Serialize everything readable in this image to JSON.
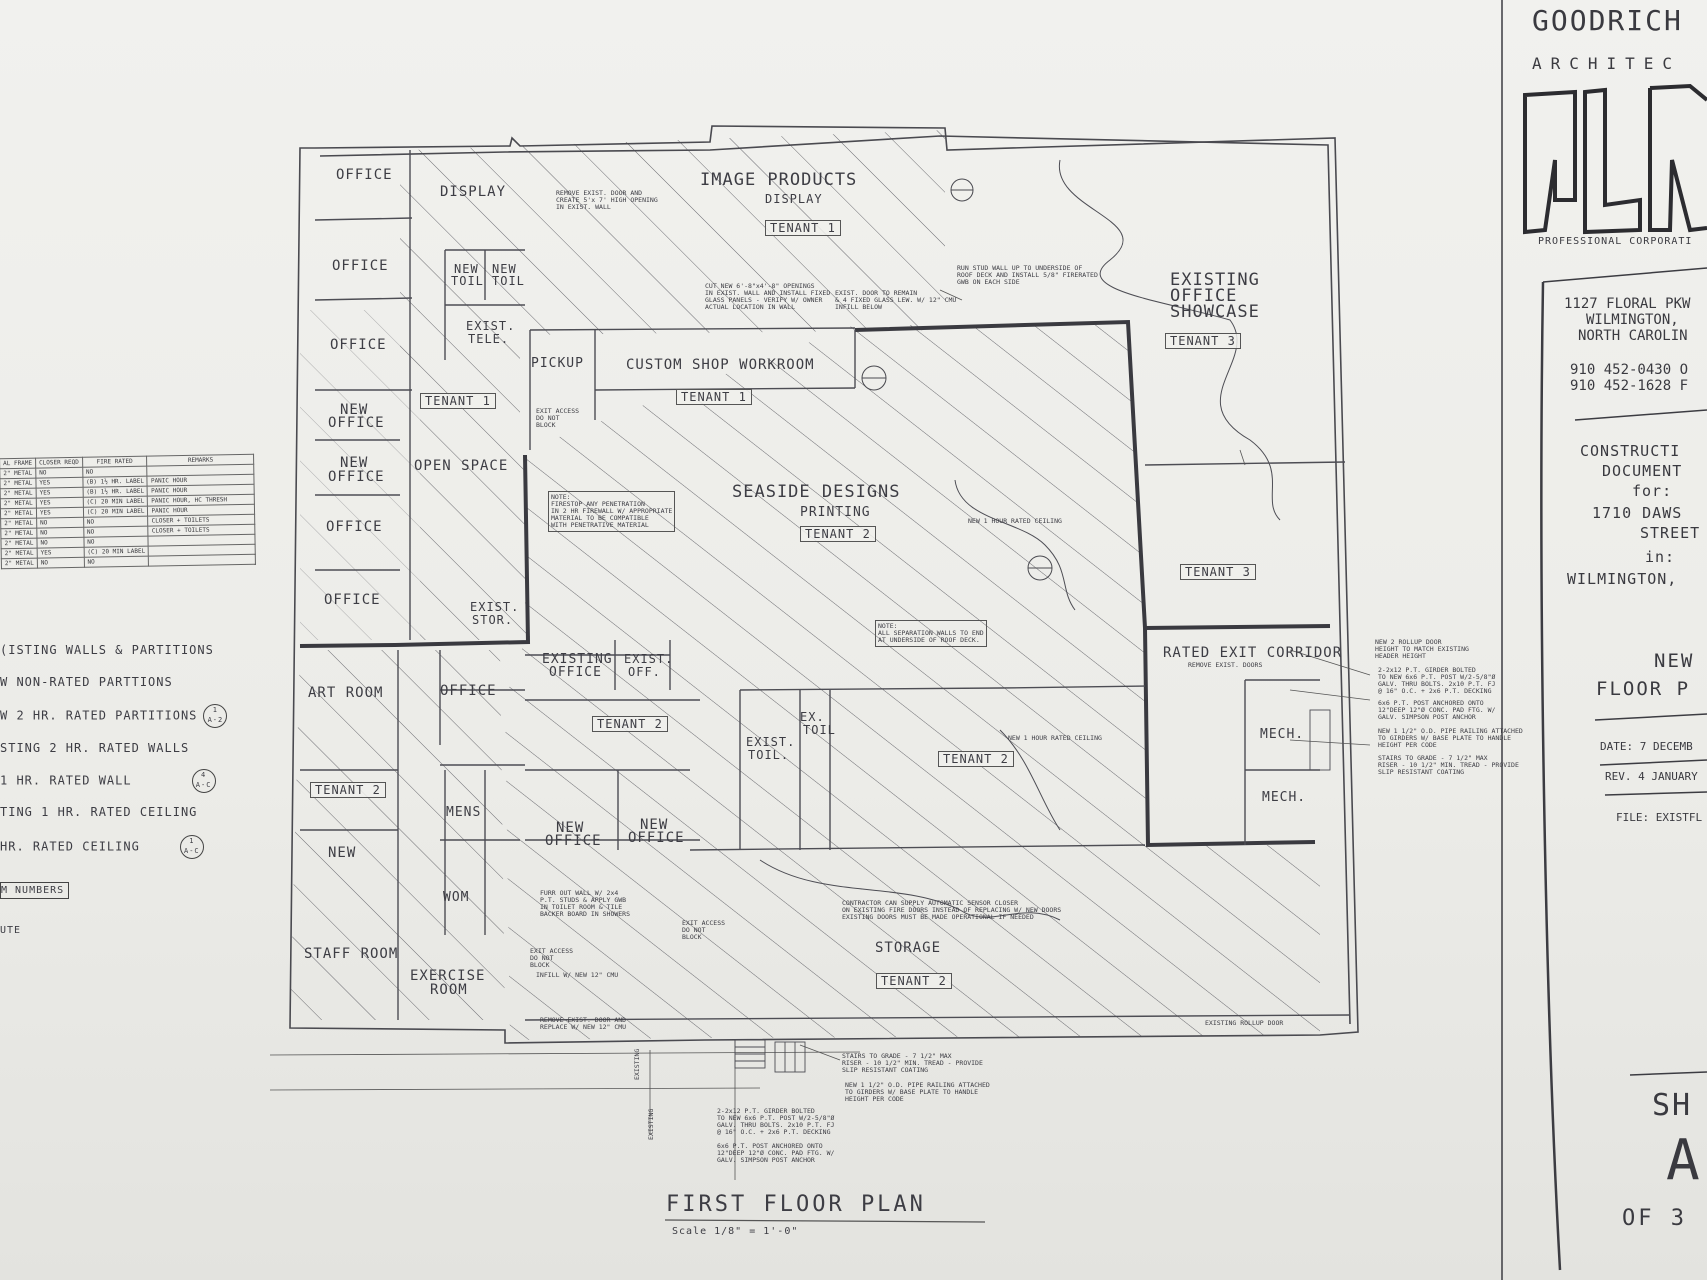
{
  "plan": {
    "title": "FIRST FLOOR PLAN",
    "scale": "Scale 1/8\" = 1'-0\"",
    "rooms": [
      {
        "text": "OFFICE"
      },
      {
        "text": "DISPLAY"
      },
      {
        "text": "IMAGE PRODUCTS"
      },
      {
        "text": "DISPLAY"
      },
      {
        "text": "OFFICE"
      },
      {
        "text": "NEW"
      },
      {
        "text": "TOIL"
      },
      {
        "text": "NEW"
      },
      {
        "text": "TOIL"
      },
      {
        "text": "OFFICE"
      },
      {
        "text": "EXIST."
      },
      {
        "text": "TELE."
      },
      {
        "text": "PICKUP"
      },
      {
        "text": "CUSTOM SHOP WORKROOM"
      },
      {
        "text": "NEW"
      },
      {
        "text": "OFFICE"
      },
      {
        "text": "OPEN SPACE"
      },
      {
        "text": "NEW"
      },
      {
        "text": "OFFICE"
      },
      {
        "text": "OFFICE"
      },
      {
        "text": "SEASIDE DESIGNS"
      },
      {
        "text": "PRINTING"
      },
      {
        "text": "OFFICE"
      },
      {
        "text": "EXIST."
      },
      {
        "text": "STOR."
      },
      {
        "text": "EXISTING"
      },
      {
        "text": "OFFICE"
      },
      {
        "text": "EXIST."
      },
      {
        "text": "OFF."
      },
      {
        "text": "ART ROOM"
      },
      {
        "text": "OFFICE"
      },
      {
        "text": "EXISTING"
      },
      {
        "text": "OFFICE"
      },
      {
        "text": "SHOWCASE"
      },
      {
        "text": "RATED EXIT CORRIDOR"
      },
      {
        "text": "EXIST."
      },
      {
        "text": "TOIL."
      },
      {
        "text": "EX."
      },
      {
        "text": "TOIL"
      },
      {
        "text": "NEW"
      },
      {
        "text": "OFFICE"
      },
      {
        "text": "NEW"
      },
      {
        "text": "OFFICE"
      },
      {
        "text": "MENS"
      },
      {
        "text": "WOM"
      },
      {
        "text": "NEW"
      },
      {
        "text": "MECH."
      },
      {
        "text": "MECH."
      },
      {
        "text": "STAFF ROOM"
      },
      {
        "text": "EXERCISE"
      },
      {
        "text": "ROOM"
      },
      {
        "text": "STORAGE"
      }
    ],
    "tenants": [
      {
        "text": "TENANT 1"
      },
      {
        "text": "TENANT 1"
      },
      {
        "text": "TENANT 1"
      },
      {
        "text": "TENANT 3"
      },
      {
        "text": "TENANT 2"
      },
      {
        "text": "TENANT 3"
      },
      {
        "text": "TENANT 2"
      },
      {
        "text": "TENANT 2"
      },
      {
        "text": "TENANT 2"
      },
      {
        "text": "TENANT 2"
      }
    ],
    "notes": [
      {
        "text": "REMOVE EXIST. DOOR AND\nCREATE 5'x 7' HIGH OPENING\nIN EXIST. WALL"
      },
      {
        "text": "CUT NEW 6'-8\"x4'-8\" OPENINGS\nIN EXIST. WALL AND INSTALL FIXED\nGLASS PANELS - VERIFY W/ OWNER\nACTUAL LOCATION IN WALL"
      },
      {
        "text": "EXIST. DOOR TO REMAIN\n& 4 FIXED GLASS LEW. W/ 12\" CMU\nINFILL BELOW"
      },
      {
        "text": "RUN STUD WALL UP TO UNDERSIDE OF\nROOF DECK AND INSTALL 5/8\" FIRERATED\nGWB ON EACH SIDE"
      },
      {
        "text": "NOTE:\nFIRESTOP ANY PENETRATION\nIN 2 HR FIREWALL W/ APPROPRIATE\nMATERIAL TO BE COMPATIBLE\nWITH PENETRATIVE MATERIAL"
      },
      {
        "text": "NOTE:\nALL SEPARATION WALLS TO END\nAT UNDERSIDE OF ROOF DECK."
      },
      {
        "text": "NEW 1 HOUR RATED CEILING"
      },
      {
        "text": "NEW 1 HOUR RATED CEILING"
      },
      {
        "text": "EXIT ACCESS\nDO NOT\nBLOCK"
      },
      {
        "text": "EXIT ACCESS\nDO NOT\nBLOCK"
      },
      {
        "text": "EXIT ACCESS\nDO NOT\nBLOCK"
      },
      {
        "text": "FURR OUT WALL W/ 2x4\nP.T. STUDS & APPLY GWB\nIN TOILET ROOM & TILE\nBACKER BOARD IN SHOWERS"
      },
      {
        "text": "INFILL W/ NEW 12\" CMU"
      },
      {
        "text": "REMOVE EXIST. DOOR AND\nREPLACE W/ NEW 12\" CMU"
      },
      {
        "text": "CONTRACTOR CAN SUPPLY AUTOMATIC SENSOR CLOSER\nON EXISTING FIRE DOORS INSTEAD OF REPLACING W/ NEW DOORS\nEXISTING DOORS MUST BE MADE OPERATIONAL IF NEEDED"
      },
      {
        "text": "NEW 2 ROLLUP DOOR\nHEIGHT TO MATCH EXISTING\nHEADER HEIGHT"
      },
      {
        "text": "REMOVE EXIST. DOORS"
      },
      {
        "text": "2-2x12 P.T. GIRDER BOLTED\nTO NEW 6x6 P.T. POST W/2-5/8\"Ø\nGALV. THRU BOLTS. 2x10 P.T. FJ\n@ 16\" O.C. + 2x6 P.T. DECKING"
      },
      {
        "text": "6x6 P.T. POST ANCHORED ONTO\n12\"DEEP 12\"Ø CONC. PAD FTG. W/\nGALV. SIMPSON POST ANCHOR"
      },
      {
        "text": "NEW 1 1/2\" O.D. PIPE RAILING ATTACHED\nTO GIRDERS W/ BASE PLATE TO HANDLE\nHEIGHT PER CODE"
      },
      {
        "text": "STAIRS TO GRADE - 7 1/2\" MAX\nRISER - 10 1/2\" MIN. TREAD - PROVIDE\nSLIP RESISTANT COATING"
      },
      {
        "text": "EXISTING ROLLUP DOOR"
      },
      {
        "text": "STAIRS TO GRADE - 7 1/2\" MAX\nRISER - 10 1/2\" MIN. TREAD - PROVIDE\nSLIP RESISTANT COATING"
      },
      {
        "text": "NEW 1 1/2\" O.D. PIPE RAILING ATTACHED\nTO GIRDERS W/ BASE PLATE TO HANDLE\nHEIGHT PER CODE"
      },
      {
        "text": "2-2x12 P.T. GIRDER BOLTED\nTO NEW 6x6 P.T. POST W/2-5/8\"Ø\nGALV. THRU BOLTS. 2x10 P.T. FJ\n@ 16\" O.C. + 2x6 P.T. DECKING"
      },
      {
        "text": "6x6 P.T. POST ANCHORED ONTO\n12\"DEEP 12\"Ø CONC. PAD FTG. W/\nGALV. SIMPSON POST ANCHOR"
      },
      {
        "text": "EXISTING"
      },
      {
        "text": "EXISTING"
      }
    ]
  },
  "legend": [
    {
      "text": "(ISTING WALLS & PARTITIONS",
      "tag": ""
    },
    {
      "text": "W NON-RATED PARTTIONS",
      "tag": ""
    },
    {
      "text": "W 2 HR. RATED PARTITIONS",
      "tag": "1\nA-2"
    },
    {
      "text": "STING 2 HR. RATED WALLS",
      "tag": ""
    },
    {
      "text": "1 HR. RATED WALL",
      "tag": "4\nA-C"
    },
    {
      "text": "TING 1 HR. RATED CEILING",
      "tag": ""
    },
    {
      "text": "HR. RATED CEILING",
      "tag": "1\nA-C"
    },
    {
      "text": "M NUMBERS",
      "tag": ""
    },
    {
      "text": "UTE",
      "tag": ""
    }
  ],
  "schedule": {
    "headers": [
      "AL FRAME",
      "CLOSER REQD",
      "FIRE RATED",
      "REMARKS"
    ],
    "rows": [
      [
        "2\" METAL",
        "NO",
        "NO",
        ""
      ],
      [
        "2\" METAL",
        "YES",
        "(B) 1½ HR. LABEL",
        "PANIC HOUR"
      ],
      [
        "2\" METAL",
        "YES",
        "(B) 1½ HR. LABEL",
        "PANIC HOUR"
      ],
      [
        "2\" METAL",
        "YES",
        "(C) 20 MIN LABEL",
        "PANIC HOUR, HC THRESH"
      ],
      [
        "2\" METAL",
        "YES",
        "(C) 20 MIN LABEL",
        "PANIC HOUR"
      ],
      [
        "2\" METAL",
        "NO",
        "NO",
        "CLOSER + TOILETS"
      ],
      [
        "2\" METAL",
        "NO",
        "NO",
        "CLOSER + TOILETS"
      ],
      [
        "2\" METAL",
        "NO",
        "NO",
        ""
      ],
      [
        "2\" METAL",
        "YES",
        "(C) 20 MIN LABEL",
        ""
      ],
      [
        "2\" METAL",
        "NO",
        "NO",
        ""
      ]
    ]
  },
  "titleblock": {
    "firm": "GOODRICH",
    "discipline": "ARCHITEC",
    "corp": "PROFESSIONAL CORPORATI",
    "address1": "1127 FLORAL PKW",
    "address2": "WILMINGTON,",
    "address3": "NORTH CAROLIN",
    "phone1": "910 452-0430 O",
    "phone2": "910 452-1628 F",
    "cd1": "CONSTRUCTI",
    "cd2": "DOCUMENT",
    "cd3": "for:",
    "cd4": "1710 DAWS",
    "cd5": "STREET",
    "cd6": "in:",
    "cd7": "WILMINGTON,",
    "sheet_title1": "NEW",
    "sheet_title2": "FLOOR P",
    "date": "DATE: 7 DECEMB",
    "rev": "REV. 4 JANUARY",
    "file": "FILE: EXISTFL",
    "sheet_label": "SH",
    "sheet_no": "A",
    "of": "OF 3"
  },
  "colors": {
    "paper": "#ecece8",
    "ink": "#3d3d44",
    "hatch": "#55555c"
  }
}
